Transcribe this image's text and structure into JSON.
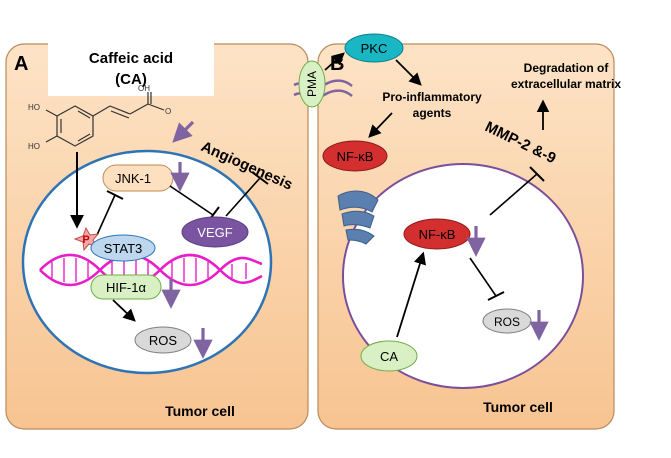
{
  "panel_a": {
    "letter": "A",
    "title_line1": "Caffeic acid",
    "title_line2": "(CA)",
    "molecule_labels": {
      "ho_top": "HO",
      "ho_bottom": "HO",
      "oh_acid": "OH",
      "o_acid": "O"
    },
    "nodes": {
      "jnk1": "JNK-1",
      "stat3": "STAT3",
      "phospho": "P",
      "hif1a": "HIF-1α",
      "ros": "ROS",
      "vegf": "VEGF"
    },
    "angiogenesis": "Angiogenesis",
    "cell_label": "Tumor cell"
  },
  "panel_b": {
    "letter": "B",
    "nodes": {
      "pma": "PMA",
      "pkc": "PKC",
      "nfkb_outer": "NF-κB",
      "nfkb_inner": "NF-κB",
      "ros": "ROS",
      "ca": "CA"
    },
    "pro_inflammatory_line1": "Pro-inflammatory",
    "pro_inflammatory_line2": "agents",
    "degradation_line1": "Degradation of",
    "degradation_line2": "extracellular matrix",
    "mmp": "MMP-2 &-9",
    "cell_label": "Tumor cell"
  },
  "colors": {
    "panel_fill": "#fbd2a8",
    "nucleus_border_a": "#2e74b5",
    "nucleus_border_b": "#7c4e9b",
    "down_arrow": "#8064a2",
    "jnk_fill": "#fde0c0",
    "stat_fill": "#bdd7ee",
    "hif_fill": "#d8f0c4",
    "ros_fill": "#d9d9d9",
    "vegf_fill": "#7a54a0",
    "nfkb_fill": "#d32f2f",
    "pkc_fill": "#19b6c4",
    "dna": "#e81ec8"
  }
}
